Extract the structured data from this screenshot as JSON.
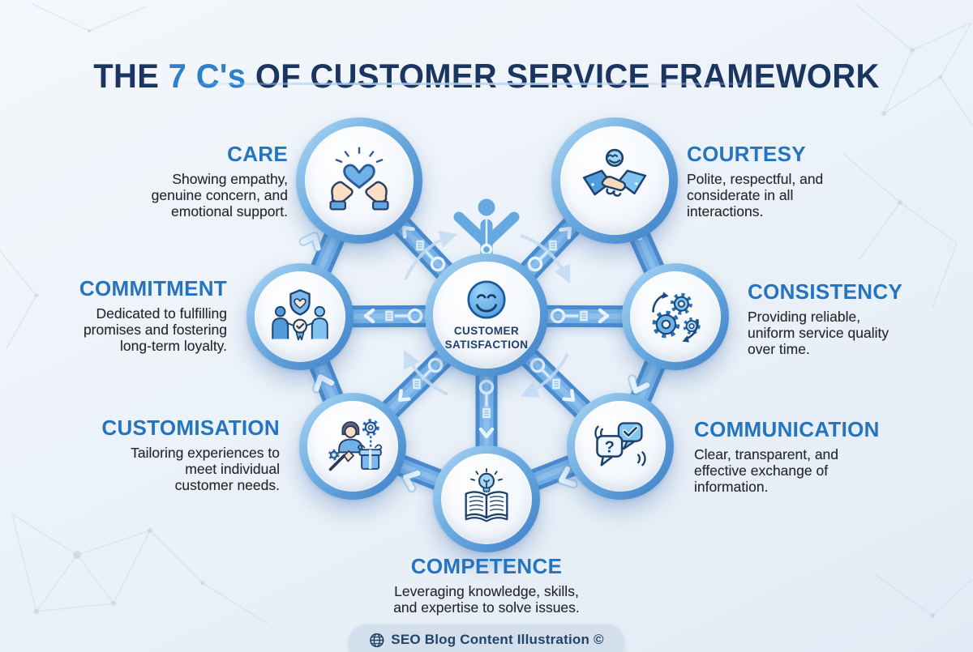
{
  "header": {
    "title_prefix": "THE ",
    "title_highlight": "7 C's",
    "title_suffix": " OF CUSTOMER SERVICE FRAMEWORK"
  },
  "center": {
    "label": "CUSTOMER\nSATISFACTION",
    "icon": "smiley-face-icon"
  },
  "nodes": [
    {
      "id": "care",
      "title": "CARE",
      "description": "Showing empathy,\ngenuine concern, and\nemotional support.",
      "icon": "hands-holding-heart-icon"
    },
    {
      "id": "courtesy",
      "title": "COURTESY",
      "description": "Polite, respectful, and\nconsiderate in all\ninteractions.",
      "icon": "handshake-icon"
    },
    {
      "id": "commitment",
      "title": "COMMITMENT",
      "description": "Dedicated to fulfilling\npromises and fostering\nlong-term loyalty.",
      "icon": "team-shield-medal-icon"
    },
    {
      "id": "consistency",
      "title": "CONSISTENCY",
      "description": "Providing reliable,\nuniform service quality\nover time.",
      "icon": "gears-cycle-icon"
    },
    {
      "id": "customisation",
      "title": "CUSTOMISATION",
      "description": "Tailoring experiences to\nmeet individual\ncustomer needs.",
      "icon": "person-gift-tools-icon"
    },
    {
      "id": "communication",
      "title": "COMMUNICATION",
      "description": "Clear, transparent, and\neffective exchange of\ninformation.",
      "icon": "chat-bubbles-icon"
    },
    {
      "id": "competence",
      "title": "COMPETENCE",
      "description": "Leveraging knowledge, skills,\nand expertise to solve issues.",
      "icon": "book-lightbulb-icon"
    }
  ],
  "connections": [
    "center-care",
    "center-courtesy",
    "center-commitment",
    "center-consistency",
    "center-customisation",
    "center-communication",
    "center-competence",
    "care-commitment",
    "commitment-customisation",
    "customisation-competence",
    "competence-communication",
    "communication-consistency",
    "consistency-courtesy"
  ],
  "footer": {
    "label": "SEO Blog Content Illustration ©",
    "icon": "globe-icon"
  },
  "colors": {
    "accent_blue": "#2e80cd",
    "navy": "#1a3560",
    "node_title_blue": "#2474bf",
    "band_blue": "#4a8bce",
    "ring_light": "#aed8f4",
    "ring_dark": "#3d7ec6",
    "background": "#ecf2f9"
  }
}
